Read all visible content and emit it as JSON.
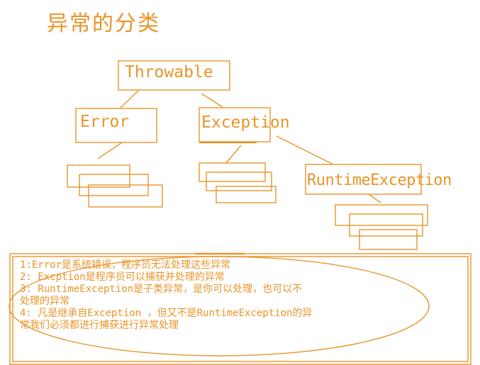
{
  "title": "异常的分类",
  "nodes": {
    "throwable": "Throwable",
    "error": "Error",
    "exception": "Exception",
    "runtime": "RuntimeException"
  },
  "notes": [
    "1:Error是系统错误，程序员无法处理这些异常",
    "2: Excption是程序员可以捕获并处理的异常",
    "3: RuntimeException是子类异常，是你可以处理，也可以不",
    "处理的异常",
    "4: 凡是继承自Exception ，但又不是RuntimeException的异",
    "常我们必须都进行捕获进行异常处理"
  ],
  "colors": {
    "stroke": "#e8952a",
    "text": "#e8952a"
  }
}
